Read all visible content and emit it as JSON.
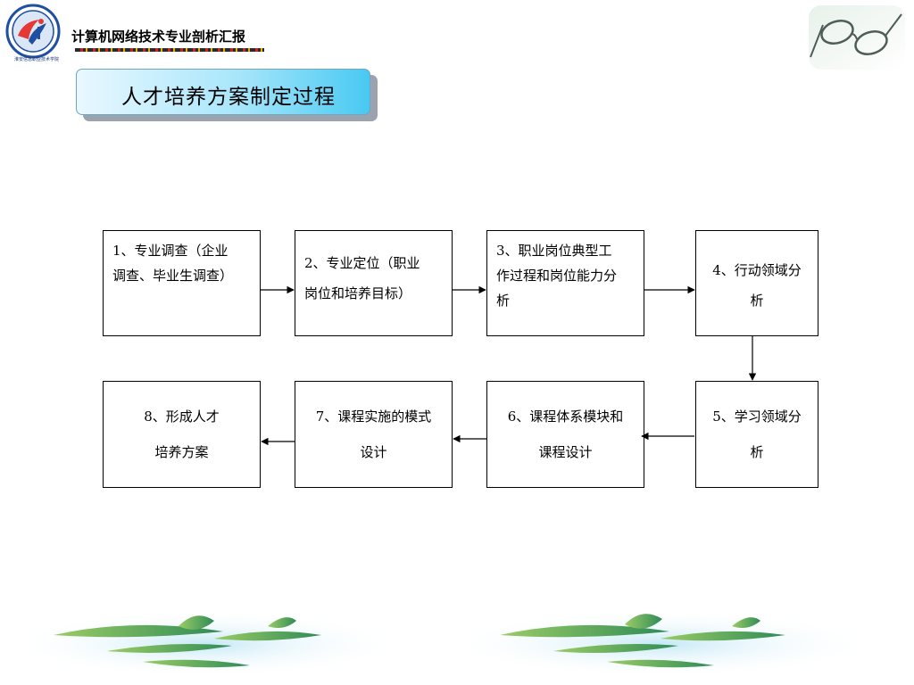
{
  "header": {
    "title": "计算机网络技术专业剖析汇报",
    "school_caption": "淮安信息职业技术学院"
  },
  "slide": {
    "title": "人才培养方案制定过程"
  },
  "flow": {
    "steps": [
      {
        "number": "1",
        "line1": "1、专业调查（企业",
        "line2": "调查、毕业生调查）",
        "line3": ""
      },
      {
        "number": "2",
        "line1": "2、专业定位（职业",
        "line2": "岗位和培养目标）",
        "line3": ""
      },
      {
        "number": "3",
        "line1": "3、职业岗位典型工",
        "line2": "作过程和岗位能力分",
        "line3": "析"
      },
      {
        "number": "4",
        "line1": "4、行动领域分",
        "line2": "析",
        "line3": ""
      },
      {
        "number": "5",
        "line1": "5、学习领域分",
        "line2": "析",
        "line3": ""
      },
      {
        "number": "6",
        "line1": "6、课程体系模块和",
        "line2": "课程设计",
        "line3": ""
      },
      {
        "number": "7",
        "line1": "7、课程实施的模式",
        "line2": "设计",
        "line3": ""
      },
      {
        "number": "8",
        "line1": "8、形成人才",
        "line2": "培养方案",
        "line3": ""
      }
    ]
  },
  "colors": {
    "banner_start": "#e9f8ff",
    "banner_end": "#48c9f2",
    "logo_blue": "#1f4fa0",
    "logo_red": "#e53935",
    "leaf_green": "#4caf50"
  },
  "icons": {
    "logo": "school-logo-icon",
    "glasses": "eyeglasses-icon",
    "leaves": "bamboo-leaves-decoration"
  }
}
